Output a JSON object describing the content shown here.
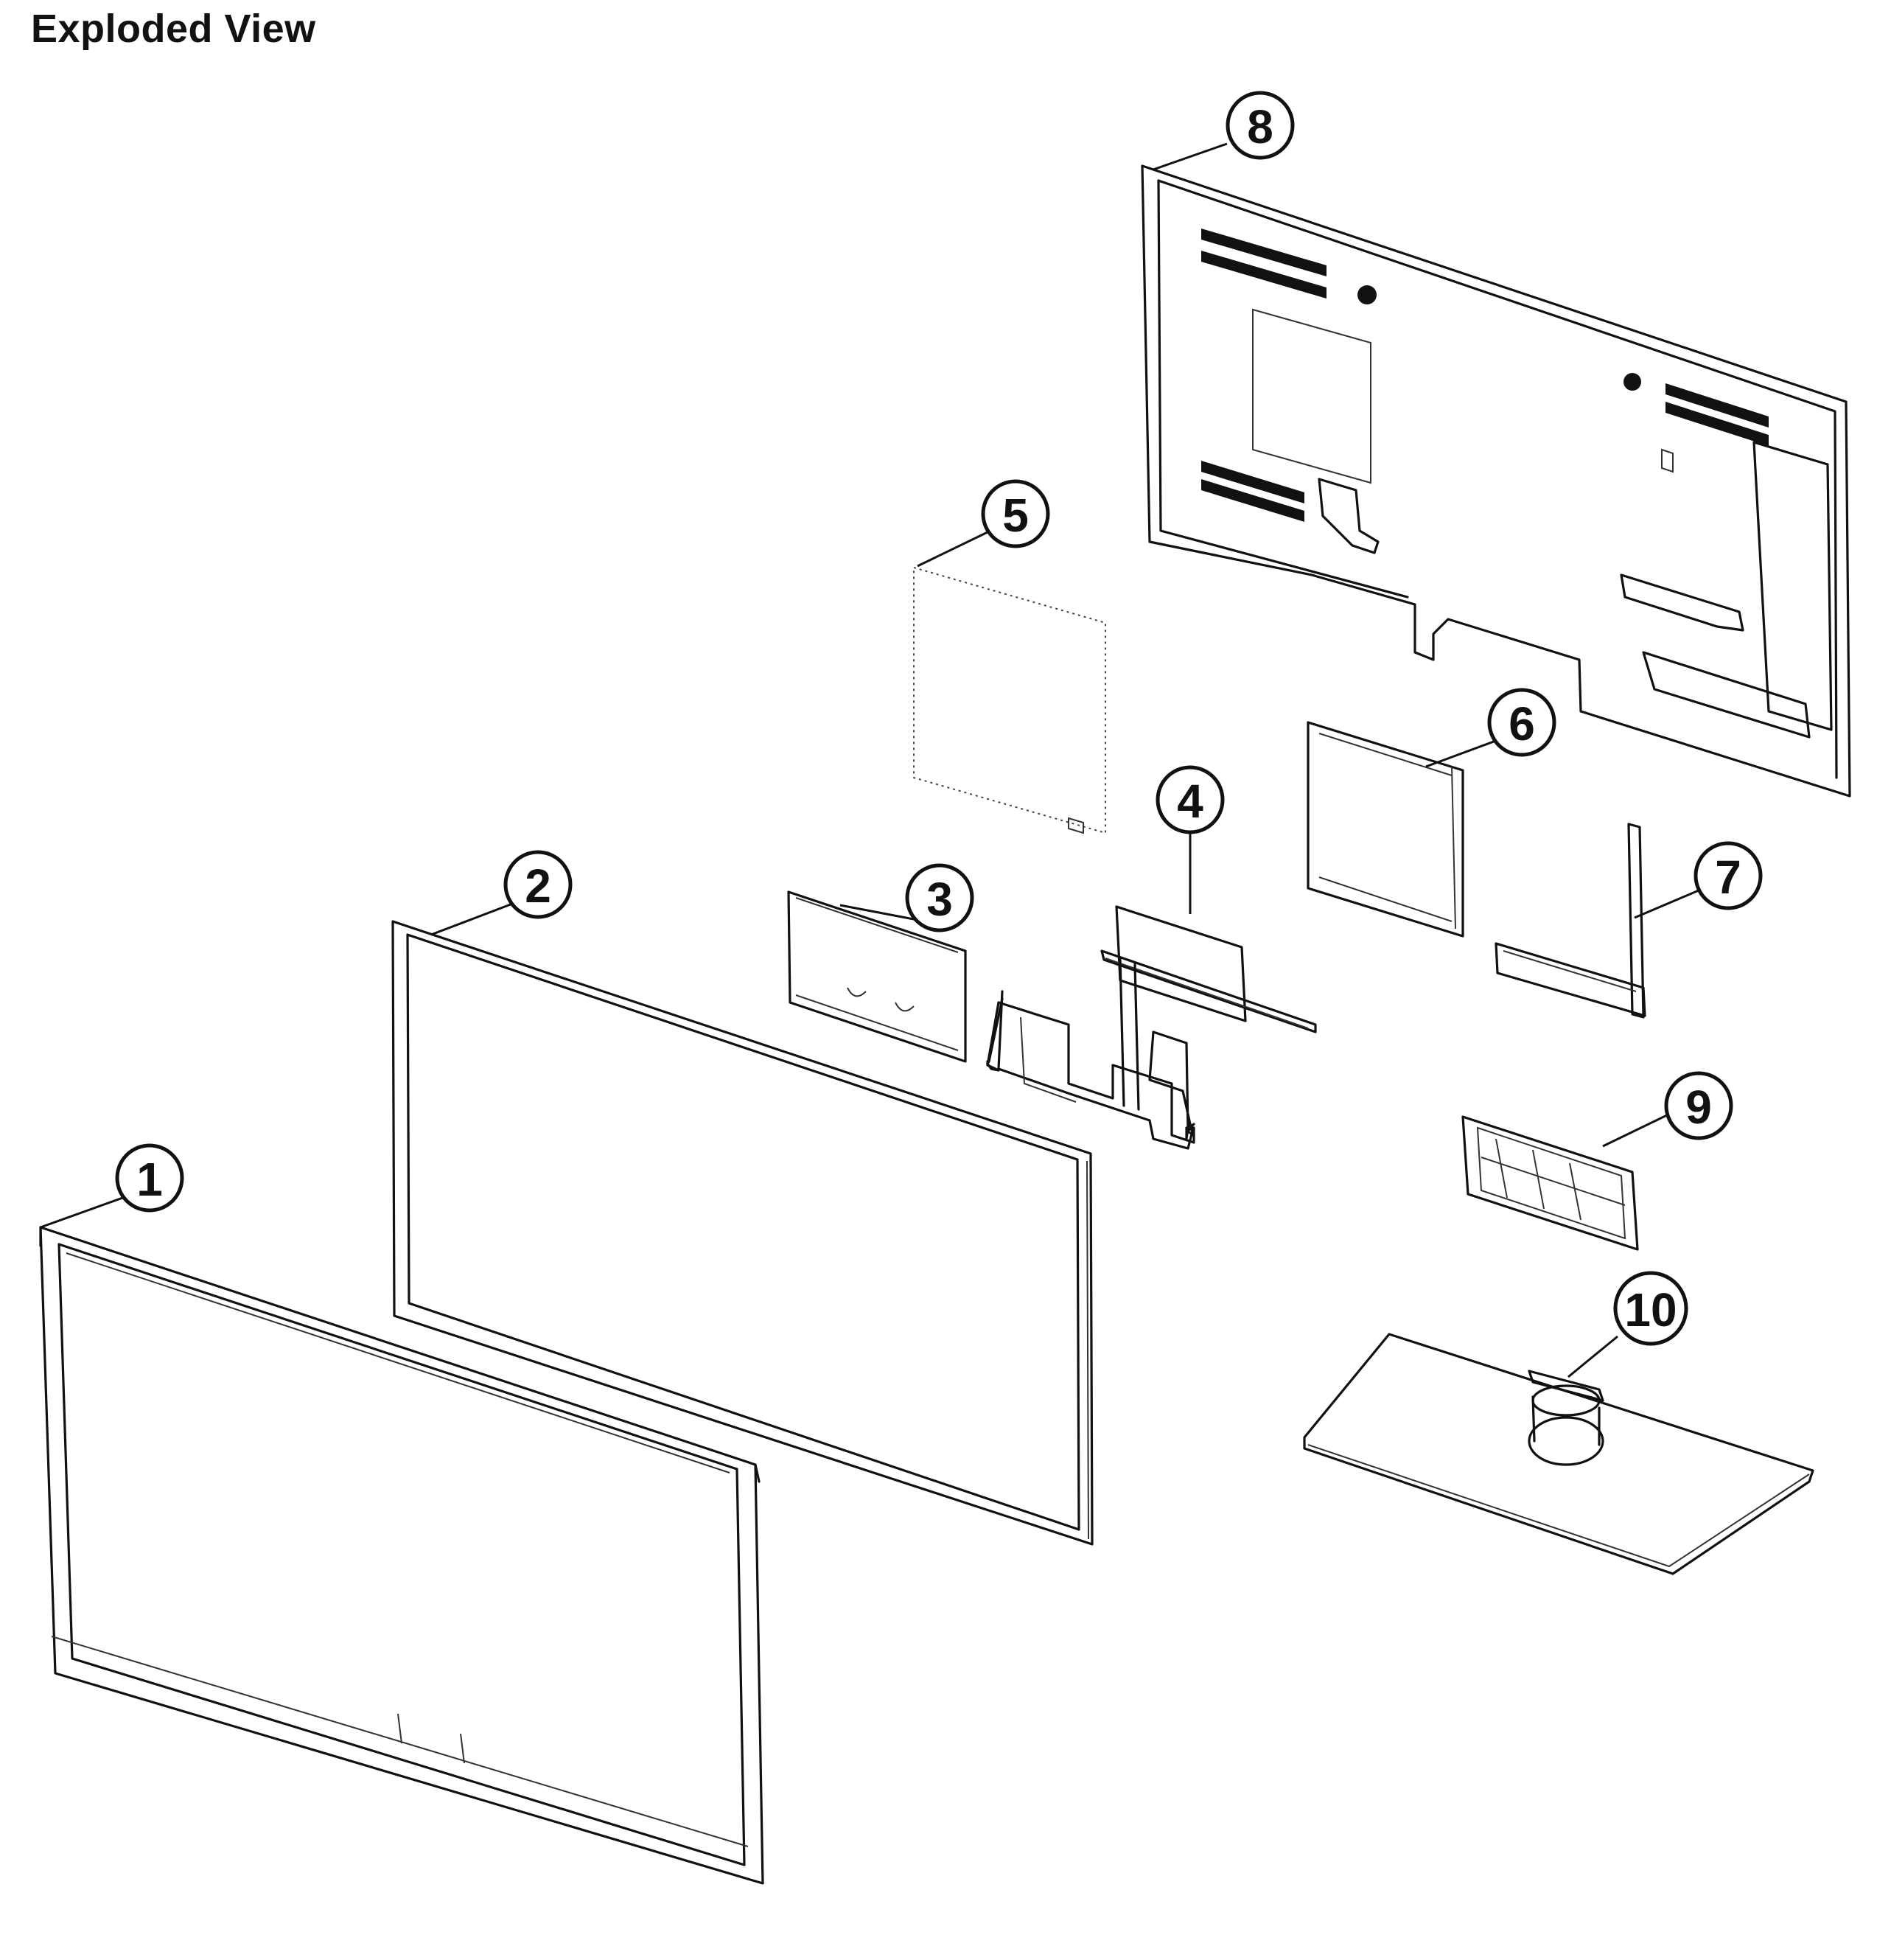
{
  "title": "Exploded View",
  "callouts": [
    {
      "part": "1",
      "label": "1"
    },
    {
      "part": "2",
      "label": "2"
    },
    {
      "part": "3",
      "label": "3"
    },
    {
      "part": "4",
      "label": "4"
    },
    {
      "part": "5",
      "label": "5"
    },
    {
      "part": "6",
      "label": "6"
    },
    {
      "part": "7",
      "label": "7"
    },
    {
      "part": "8",
      "label": "8"
    },
    {
      "part": "9",
      "label": "9"
    },
    {
      "part": "10",
      "label": "10"
    }
  ]
}
